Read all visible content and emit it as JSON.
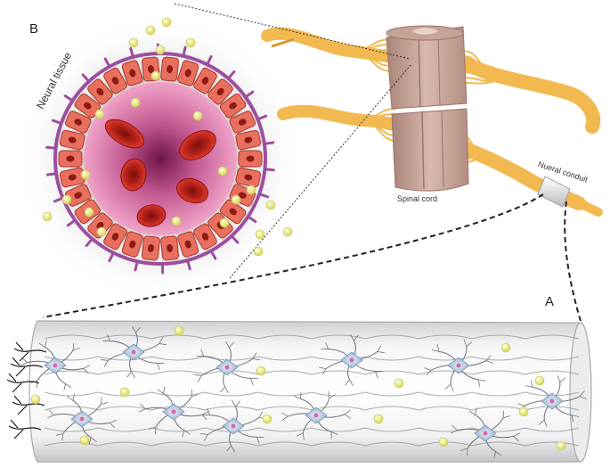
{
  "labels": {
    "panel_b": "B",
    "panel_a": "A",
    "neural_tissue": "Neural tissue",
    "spinal_cord": "Spinal cord",
    "conduit": "Nueral conduit"
  },
  "colors": {
    "nerve": "#f2b950",
    "nerve_dark": "#d9962b",
    "cord": "#c9a79b",
    "cord_dark": "#a98478",
    "vessel_wall": "#9b4f9e",
    "endothelial_cell": "#e9705e",
    "lumen": "#d874a8",
    "red_blood_cell": "#b8221a",
    "particle": "#e6e67a",
    "neuron": "#c7d8ec",
    "conduit_tube": "#e9eaec"
  }
}
